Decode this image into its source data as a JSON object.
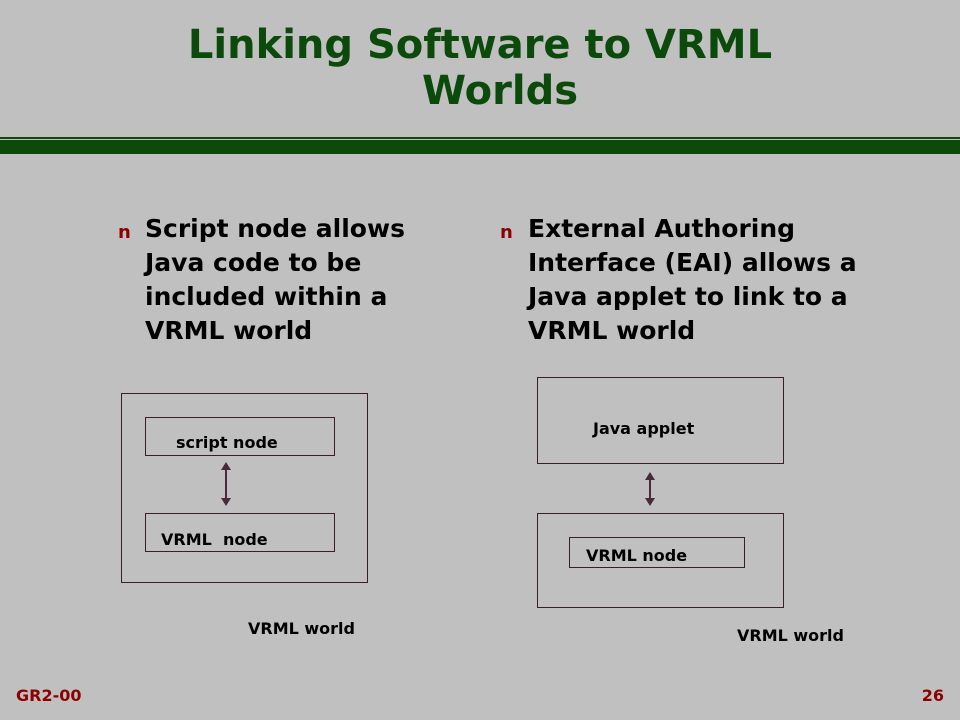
{
  "slide": {
    "title_line1": "Linking Software to VRML",
    "title_line2": "Worlds",
    "footer_left": "GR2-00",
    "page_number": "26"
  },
  "bullets": [
    {
      "marker": "n",
      "text": "Script node allows Java code to be included within a VRML world"
    },
    {
      "marker": "n",
      "text": "External Authoring Interface (EAI) allows a Java applet to link to a VRML world"
    }
  ],
  "diagram_left": {
    "inner_top_label": "script node",
    "inner_bottom_label": "VRML  node",
    "outer_label": "VRML world"
  },
  "diagram_right": {
    "top_box_label": "Java applet",
    "inner_label": "VRML node",
    "outer_label": "VRML world"
  },
  "colors": {
    "title": "#0b4a0b",
    "rule": "#0b4a0b",
    "bullet_marker": "#8b0000",
    "footer": "#8b0000",
    "arrow": "#4a2a3a"
  }
}
